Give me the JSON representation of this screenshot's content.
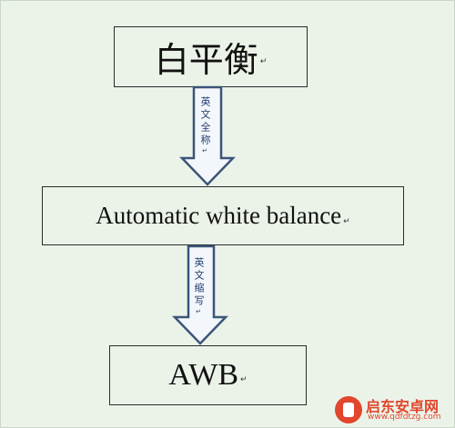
{
  "diagram": {
    "nodes": [
      {
        "id": "white-balance-zh",
        "label": "白平衡",
        "mark": "↵"
      },
      {
        "id": "white-balance-en",
        "label": "Automatic white balance",
        "mark": "↵"
      },
      {
        "id": "white-balance-abbr",
        "label": "AWB",
        "mark": "↵"
      }
    ],
    "edges": [
      {
        "from": "white-balance-zh",
        "to": "white-balance-en",
        "label": "英文全称",
        "mark": "↵"
      },
      {
        "from": "white-balance-en",
        "to": "white-balance-abbr",
        "label": "英文缩写",
        "mark": "↵"
      }
    ]
  },
  "style": {
    "background": "#ebf3e9",
    "box_border": "#2a2a2a",
    "arrow_fill": "#f3f7fb",
    "arrow_stroke": "#3b5479",
    "arrow_text": "#1e3a6b"
  },
  "watermark": {
    "title": "启东安卓网",
    "url": "www.qdfdtzg.com"
  }
}
